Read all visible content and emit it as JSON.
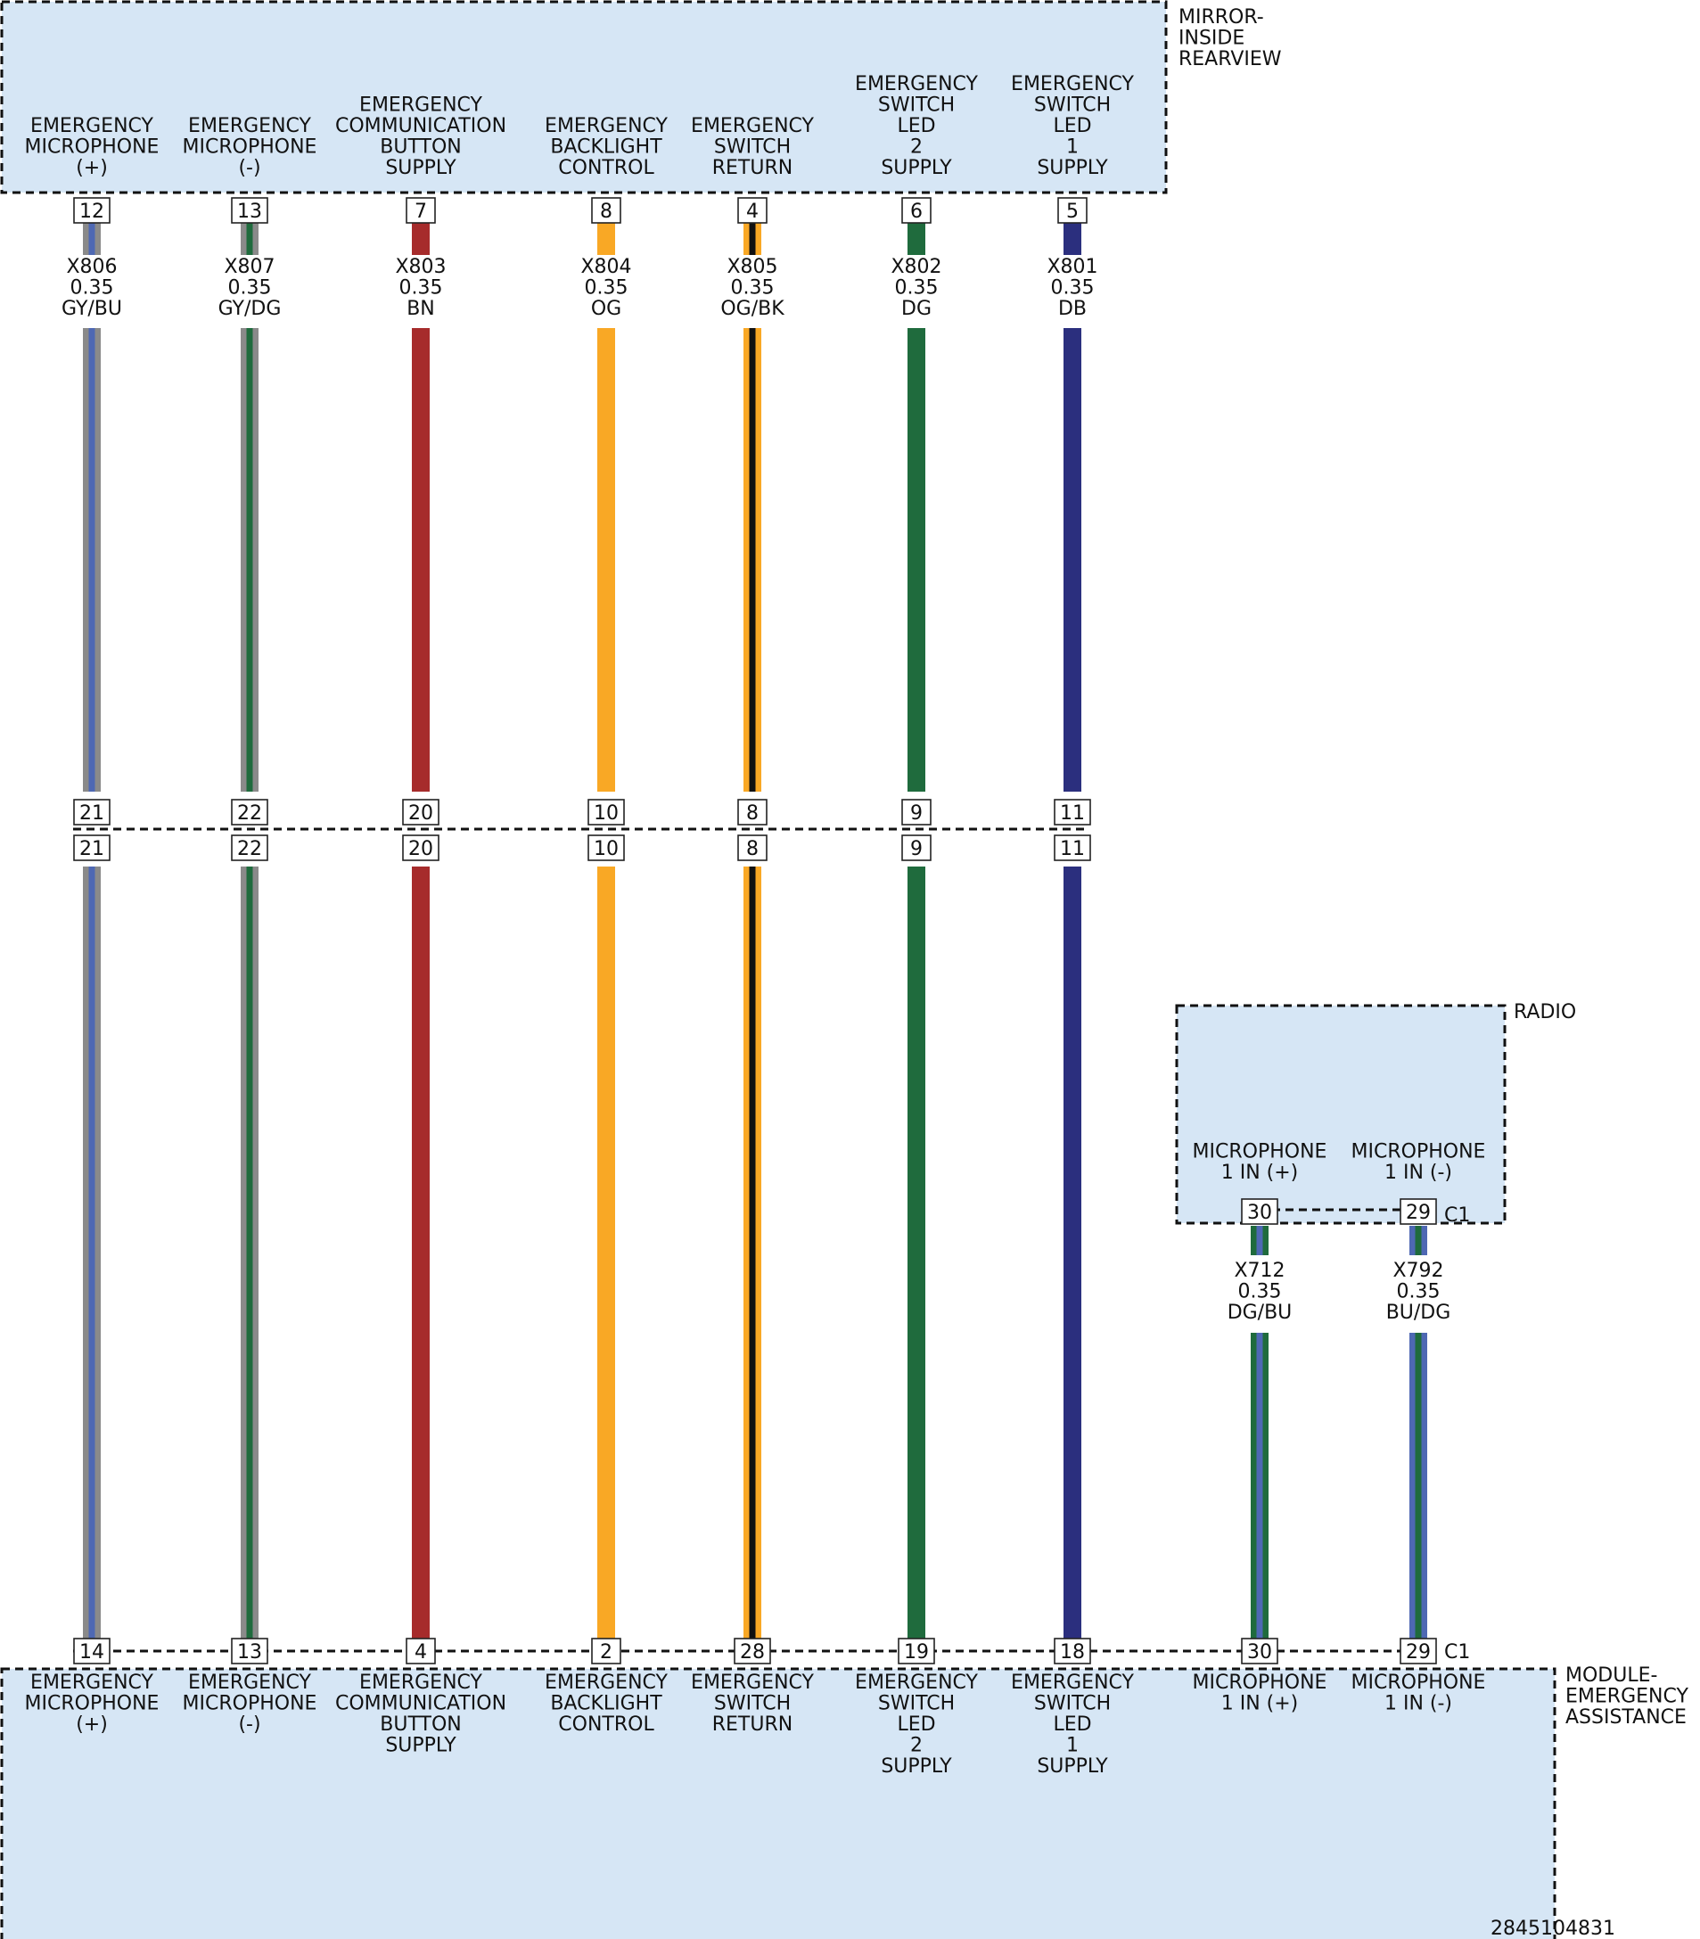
{
  "components": {
    "mirror": {
      "name": [
        "MIRROR-",
        "INSIDE",
        "REARVIEW"
      ]
    },
    "radio": {
      "name": [
        "RADIO"
      ],
      "connector": "C1"
    },
    "module": {
      "name": [
        "MODULE-",
        "EMERGENCY",
        "ASSISTANCE"
      ],
      "connector": "C1"
    }
  },
  "colors": {
    "GY": "#8a8a8a",
    "BU": "#4e68b3",
    "DG": "#1f6b3d",
    "BN": "#a62b2b",
    "OG": "#f9a825",
    "BK": "#111111",
    "DB": "#2b2f7e",
    "component_fill": "#d6e6f5"
  },
  "circuits": [
    {
      "wire": "X806",
      "gauge": "0.35",
      "color_code": "GY/BU",
      "mirror_function": [
        "EMERGENCY",
        "MICROPHONE",
        "(+)"
      ],
      "mirror_pin": "12",
      "inline_pin": "21",
      "module_pin": "14",
      "module_function": [
        "EMERGENCY",
        "MICROPHONE",
        "(+)"
      ]
    },
    {
      "wire": "X807",
      "gauge": "0.35",
      "color_code": "GY/DG",
      "mirror_function": [
        "EMERGENCY",
        "MICROPHONE",
        "(-)"
      ],
      "mirror_pin": "13",
      "inline_pin": "22",
      "module_pin": "13",
      "module_function": [
        "EMERGENCY",
        "MICROPHONE",
        "(-)"
      ]
    },
    {
      "wire": "X803",
      "gauge": "0.35",
      "color_code": "BN",
      "mirror_function": [
        "EMERGENCY",
        "COMMUNICATION",
        "BUTTON",
        "SUPPLY"
      ],
      "mirror_pin": "7",
      "inline_pin": "20",
      "module_pin": "4",
      "module_function": [
        "EMERGENCY",
        "COMMUNICATION",
        "BUTTON",
        "SUPPLY"
      ]
    },
    {
      "wire": "X804",
      "gauge": "0.35",
      "color_code": "OG",
      "mirror_function": [
        "EMERGENCY",
        "BACKLIGHT",
        "CONTROL"
      ],
      "mirror_pin": "8",
      "inline_pin": "10",
      "module_pin": "2",
      "module_function": [
        "EMERGENCY",
        "BACKLIGHT",
        "CONTROL"
      ]
    },
    {
      "wire": "X805",
      "gauge": "0.35",
      "color_code": "OG/BK",
      "mirror_function": [
        "EMERGENCY",
        "SWITCH",
        "RETURN"
      ],
      "mirror_pin": "4",
      "inline_pin": "8",
      "module_pin": "28",
      "module_function": [
        "EMERGENCY",
        "SWITCH",
        "RETURN"
      ]
    },
    {
      "wire": "X802",
      "gauge": "0.35",
      "color_code": "DG",
      "mirror_function": [
        "EMERGENCY",
        "SWITCH",
        "LED",
        "2",
        "SUPPLY"
      ],
      "mirror_pin": "6",
      "inline_pin": "9",
      "module_pin": "19",
      "module_function": [
        "EMERGENCY",
        "SWITCH",
        "LED",
        "2",
        "SUPPLY"
      ]
    },
    {
      "wire": "X801",
      "gauge": "0.35",
      "color_code": "DB",
      "mirror_function": [
        "EMERGENCY",
        "SWITCH",
        "LED",
        "1",
        "SUPPLY"
      ],
      "mirror_pin": "5",
      "inline_pin": "11",
      "module_pin": "18",
      "module_function": [
        "EMERGENCY",
        "SWITCH",
        "LED",
        "1",
        "SUPPLY"
      ]
    }
  ],
  "radio_circuits": [
    {
      "wire": "X712",
      "gauge": "0.35",
      "color_code": "DG/BU",
      "radio_function": [
        "MICROPHONE",
        "1 IN (+)"
      ],
      "radio_pin": "30",
      "module_pin": "30",
      "module_function": [
        "MICROPHONE",
        "1 IN (+)"
      ]
    },
    {
      "wire": "X792",
      "gauge": "0.35",
      "color_code": "BU/DG",
      "radio_function": [
        "MICROPHONE",
        "1 IN (-)"
      ],
      "radio_pin": "29",
      "module_pin": "29",
      "module_function": [
        "MICROPHONE",
        "1 IN (-)"
      ]
    }
  ],
  "figure_id": "2845104831"
}
